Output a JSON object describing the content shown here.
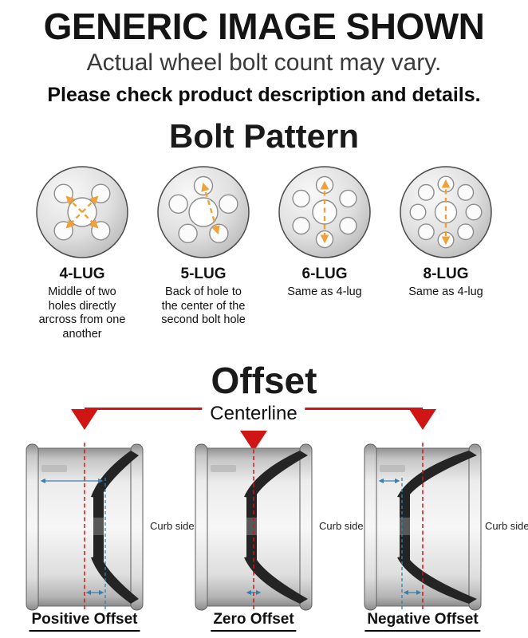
{
  "header": {
    "title": "GENERIC IMAGE SHOWN",
    "subtitle": "Actual wheel bolt count may vary.",
    "note": "Please check product description and details."
  },
  "bolt_pattern": {
    "title": "Bolt Pattern",
    "items": [
      {
        "label": "4-LUG",
        "description": "Middle of two holes directly arcross from one another"
      },
      {
        "label": "5-LUG",
        "description": "Back of hole to the center of the second bolt hole"
      },
      {
        "label": "6-LUG",
        "description": "Same as 4-lug"
      },
      {
        "label": "8-LUG",
        "description": "Same as 4-lug"
      }
    ]
  },
  "offset": {
    "title": "Offset",
    "centerline_label": "Centerline",
    "curb_side_label": "Curb side",
    "diagrams": [
      {
        "label": "Positive Offset"
      },
      {
        "label": "Zero Offset"
      },
      {
        "label": "Negative Offset"
      }
    ]
  },
  "colors": {
    "marker_red": "#d01515",
    "measure_orange": "#f0a23a",
    "measure_blue": "#3b7fae",
    "wheel_gray": "#d9d9d9"
  }
}
